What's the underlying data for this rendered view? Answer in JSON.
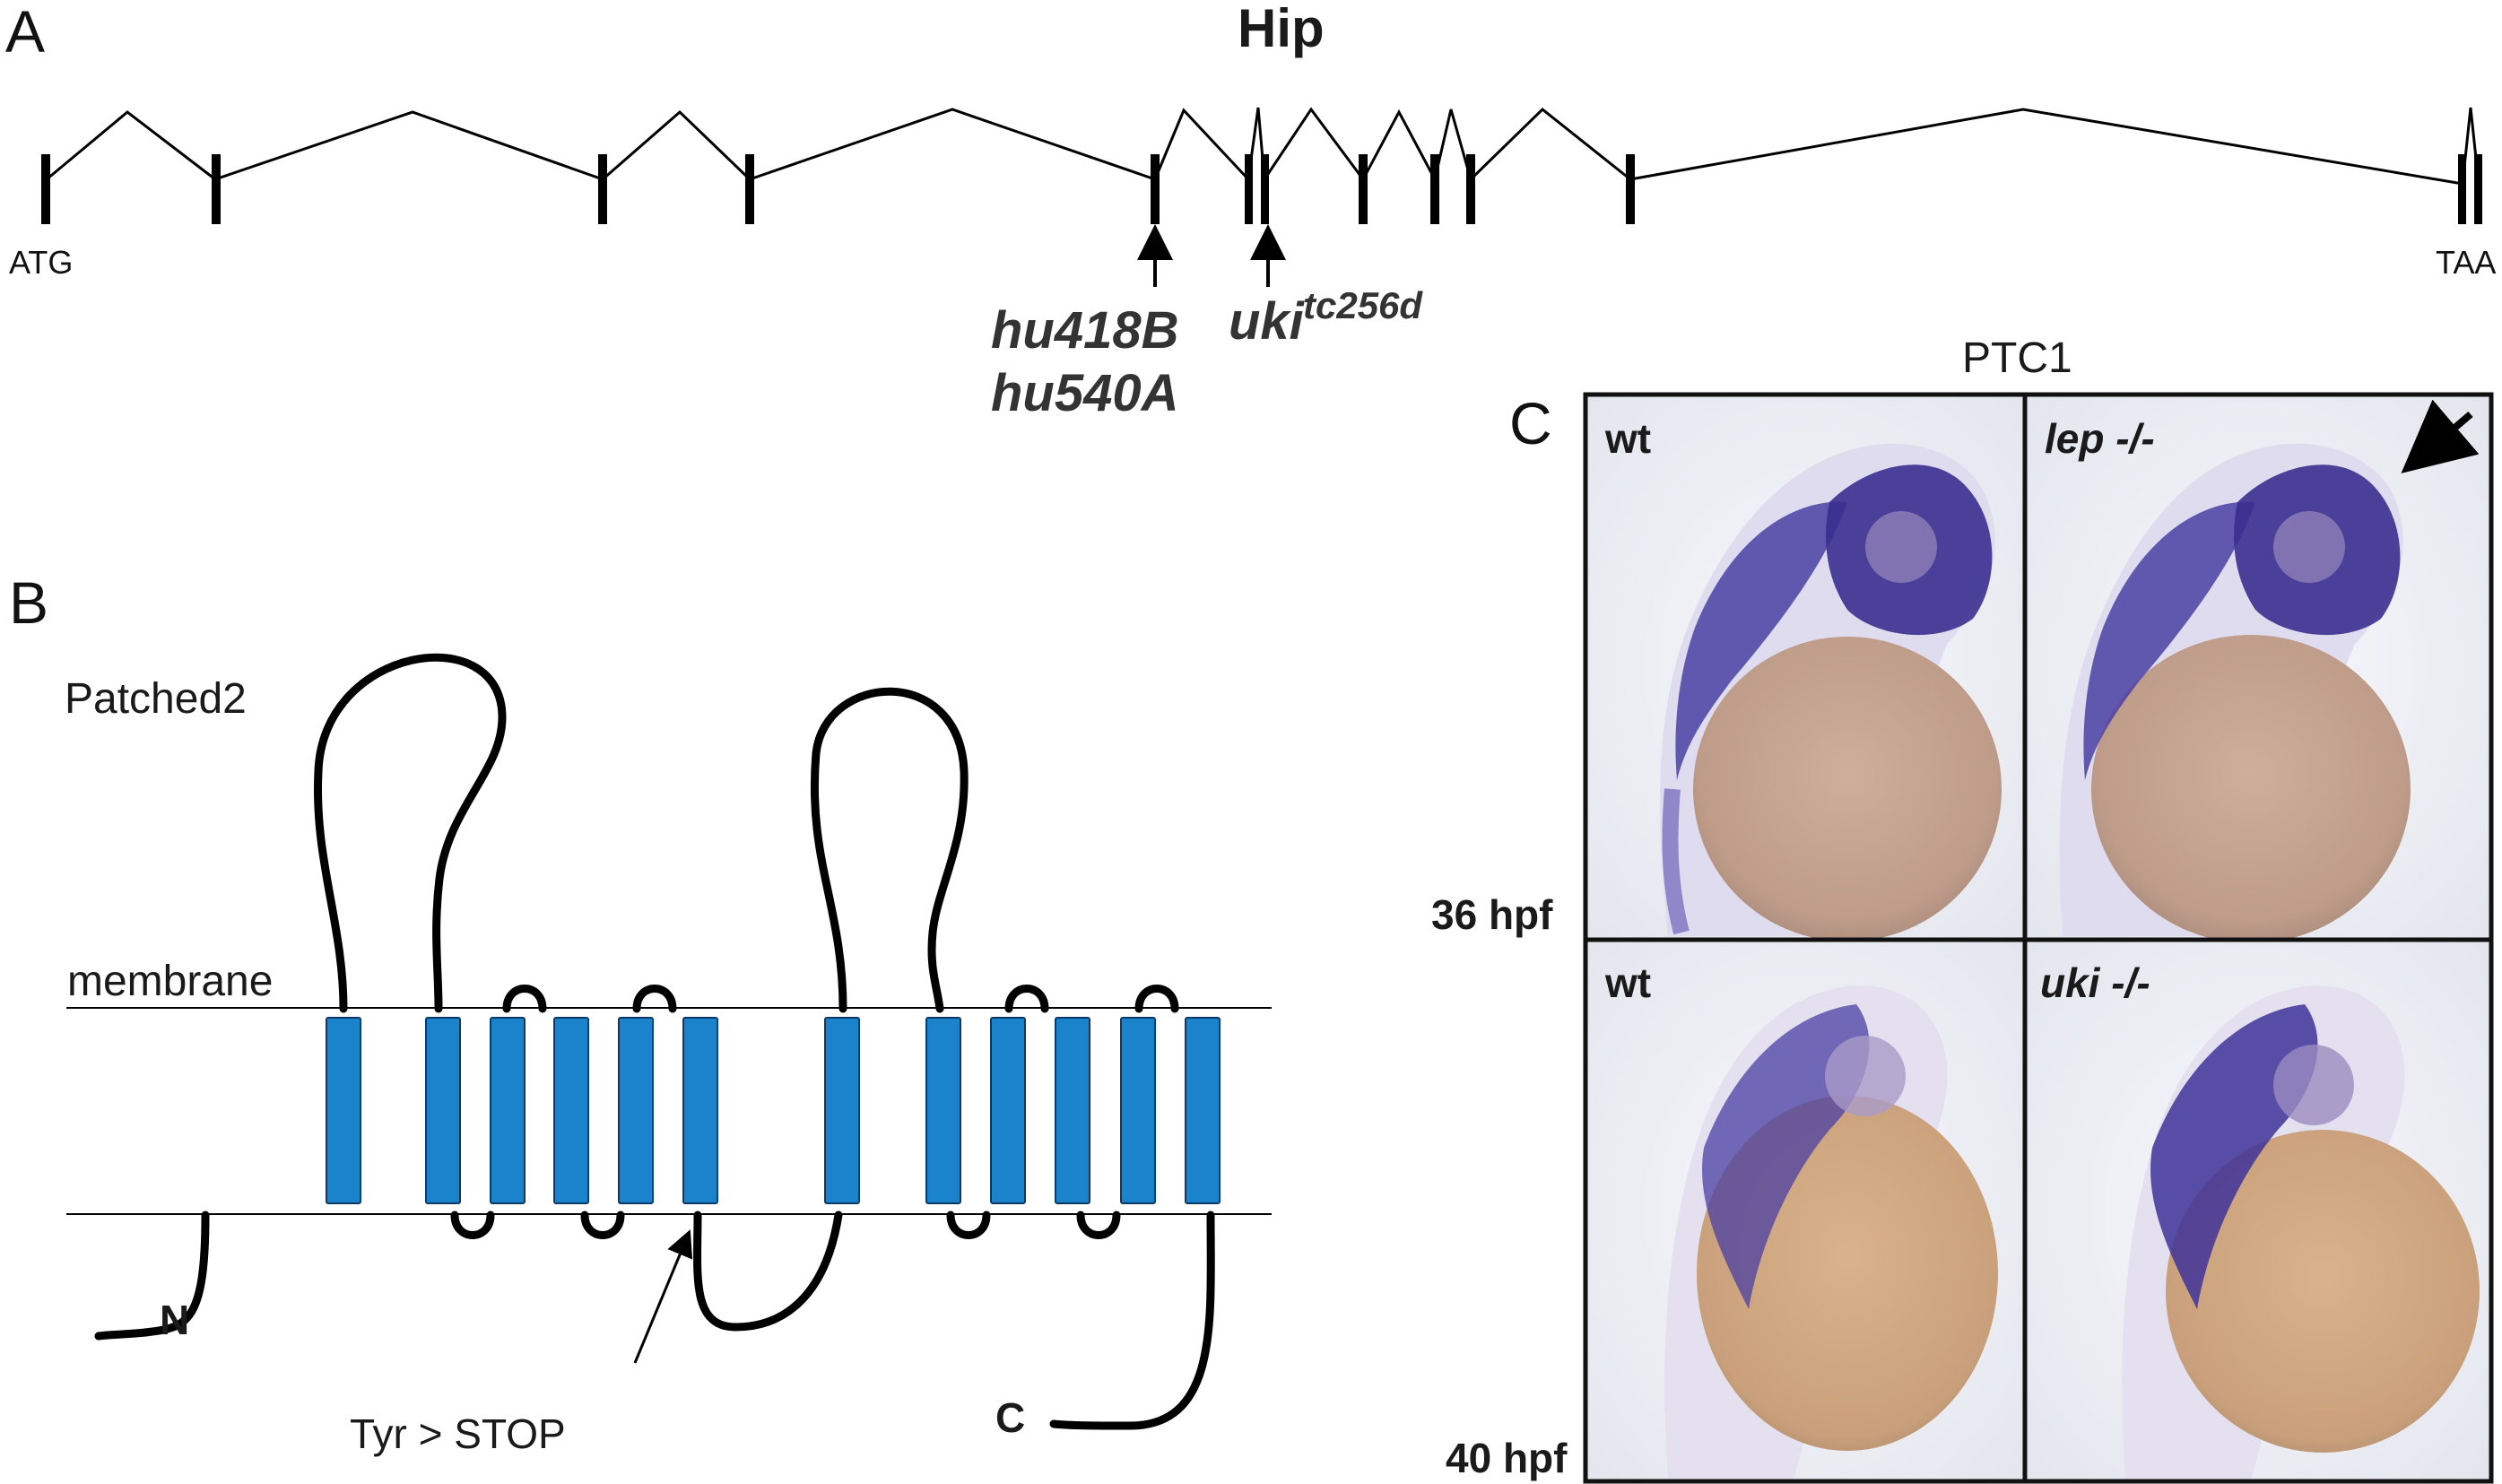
{
  "panel_a": {
    "letter": "A",
    "gene": "Hip",
    "start_codon": "ATG",
    "stop_codon": "TAA",
    "allele_1": "hu418B",
    "allele_2": "hu540A",
    "allele_3_name": "uki",
    "allele_3_sup": "tc256d"
  },
  "panel_b": {
    "letter": "B",
    "protein": "Patched2",
    "membrane": "membrane",
    "n_term": "N",
    "c_term": "C",
    "mutation": "Tyr > STOP",
    "colors": {
      "tm_segment": "#1b82cc",
      "line": "#000000"
    }
  },
  "panel_c": {
    "letter": "C",
    "title": "PTC1",
    "row_labels": [
      "36 hpf",
      "40 hpf"
    ],
    "cells": [
      {
        "genotype": "wt",
        "italic": false
      },
      {
        "genotype": "lep -/-",
        "italic": true
      },
      {
        "genotype": "wt",
        "italic": false
      },
      {
        "genotype": "uki -/-",
        "italic": true
      }
    ],
    "colors": {
      "stain": "#3b2f96",
      "yolk": "#c3a190",
      "background": "#f2f3f8"
    }
  }
}
